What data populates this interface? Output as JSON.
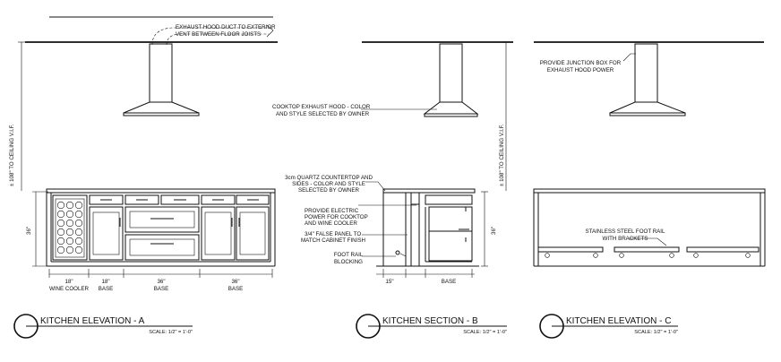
{
  "notes": {
    "exhaust_duct_1": "EXHAUST HOOD DUCT TO EXTERIOR",
    "exhaust_duct_2": "VENT BETWEEN FLOOR JOISTS",
    "hood_1": "COOKTOP EXHAUST HOOD - COLOR",
    "hood_2": "AND STYLE SELECTED BY OWNER",
    "junction_1": "PROVIDE JUNCTION BOX FOR",
    "junction_2": "EXHAUST HOOD POWER",
    "countertop_1": "3cm QUARTZ COUNTERTOP AND",
    "countertop_2": "SIDES - COLOR AND STYLE",
    "countertop_3": "SELECTED BY OWNER",
    "electric_1": "PROVIDE ELECTRIC",
    "electric_2": "POWER FOR COOKTOP",
    "electric_3": "AND WINE COOLER",
    "false_panel_1": "3/4\" FALSE PANEL TO",
    "false_panel_2": "MATCH CABINET FINISH",
    "foot_rail_1": "FOOT RAIL",
    "foot_rail_2": "BLOCKING",
    "steel_rail_1": "STAINLESS STEEL FOOT RAIL",
    "steel_rail_2": "WITH BRACKETS"
  },
  "dimensions": {
    "ceiling_a": "± 108\" TO CEILING  V.I.F.",
    "ceiling_c": "± 108\" TO CEILING  V.I.F.",
    "height_a": "36\"",
    "height_b": "36\"",
    "widths_a": [
      {
        "value": "18\"",
        "label": "WINE COOLER"
      },
      {
        "value": "18\"",
        "label": "BASE"
      },
      {
        "value": "36\"",
        "label": "BASE"
      },
      {
        "value": "36\"",
        "label": "BASE"
      }
    ],
    "section_b_left": "15\"",
    "section_b_right": "BASE"
  },
  "titles": {
    "a": {
      "name": "KITCHEN ELEVATION - A",
      "scale": "SCALE: 1/2\" = 1'-0\""
    },
    "b": {
      "name": "KITCHEN SECTION - B",
      "scale": "SCALE: 1/2\" = 1'-0\""
    },
    "c": {
      "name": "KITCHEN ELEVATION - C",
      "scale": "SCALE: 1/2\" = 1'-0\""
    }
  }
}
